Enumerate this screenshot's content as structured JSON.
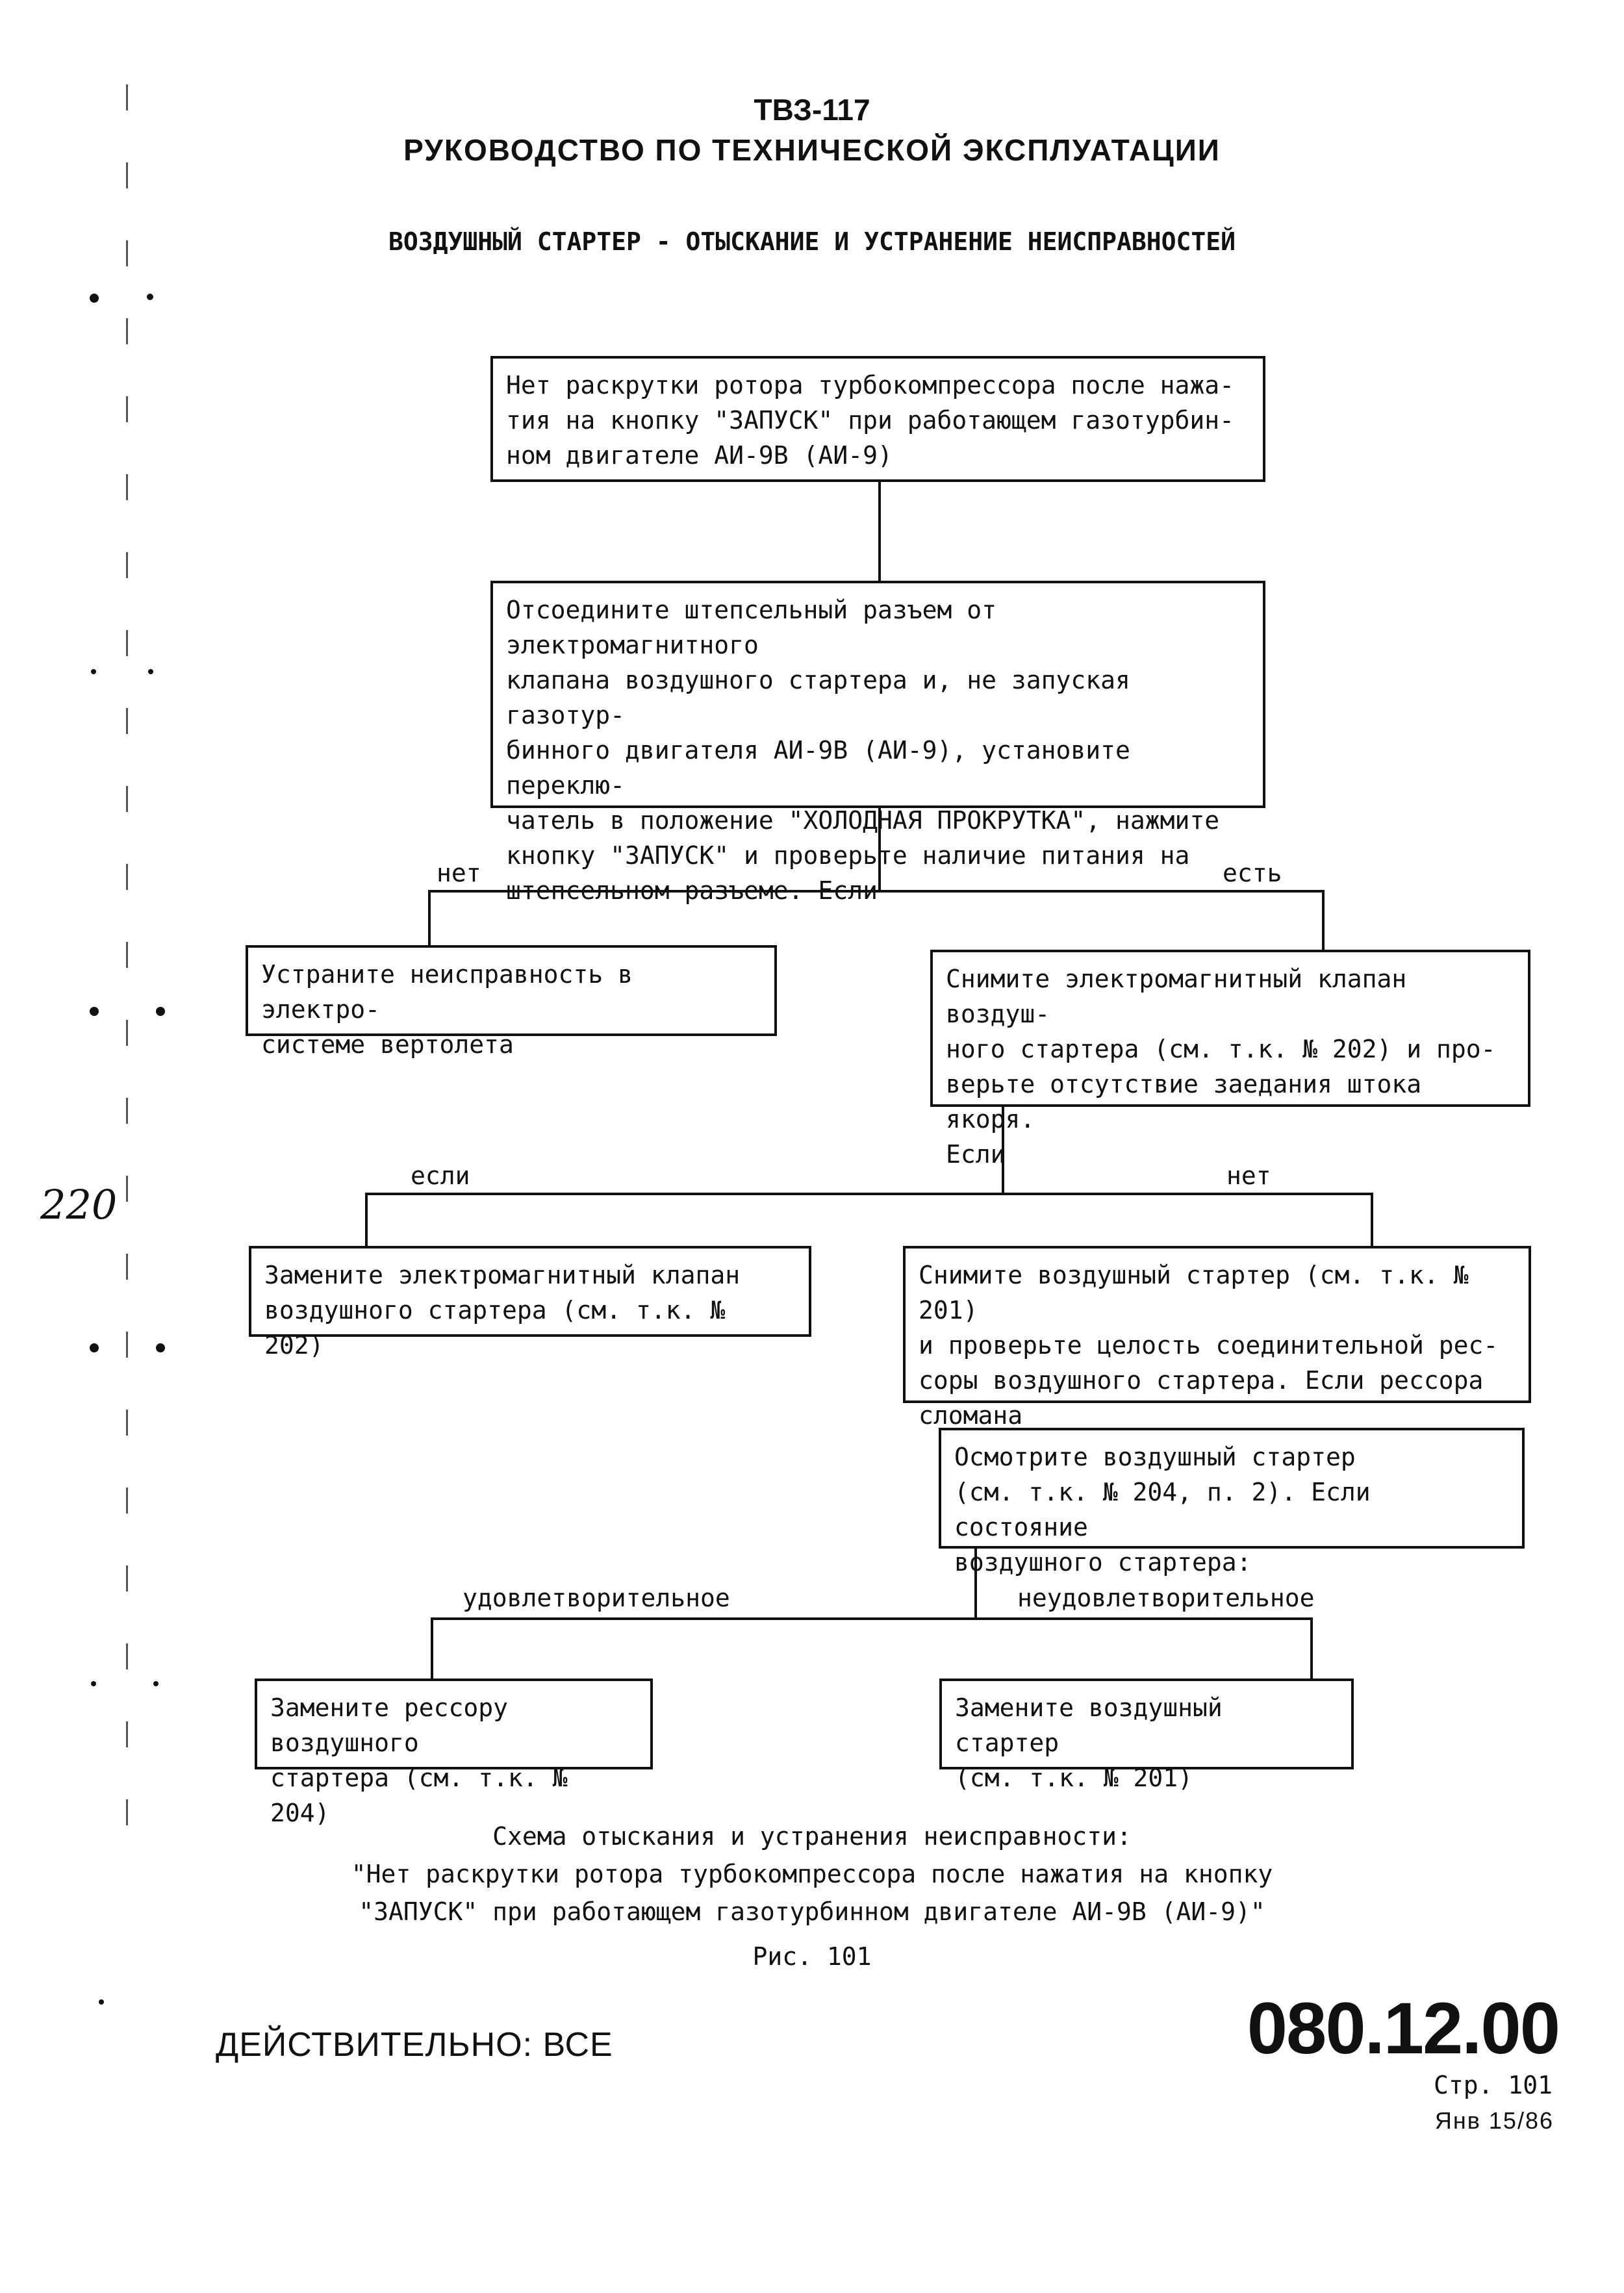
{
  "header": {
    "line1": "ТВЗ-117",
    "line2": "РУКОВОДСТВО ПО ТЕХНИЧЕСКОЙ ЭКСПЛУАТАЦИИ",
    "section_title": "ВОЗДУШНЫЙ СТАРТЕР - ОТЫСКАНИЕ И УСТРАНЕНИЕ НЕИСПРАВНОСТЕЙ"
  },
  "flowchart": {
    "nodes": {
      "problem": "Нет раскрутки ротора турбокомпрессора после нажа-\nтия на кнопку \"ЗАПУСК\" при работающем газотурбин-\nном двигателе АИ-9В (АИ-9)",
      "check_power": "Отсоедините штепсельный разъем от электромагнитного\nклапана воздушного стартера и, не запуская газотур-\nбинного двигателя АИ-9В (АИ-9), установите переклю-\nчатель в положение \"ХОЛОДНАЯ ПРОКРУТКА\", нажмите\nкнопку \"ЗАПУСК\" и проверьте наличие питания на\nштепсельном разъеме. Если",
      "fix_electrical": "Устраните неисправность в электро-\nсистеме вертолета",
      "remove_valve": "Снимите электромагнитный клапан воздуш-\nного стартера (см. т.к. № 202) и про-\nверьте отсутствие заедания штока якоря.\nЕсли",
      "replace_valve": "Замените электромагнитный клапан\nвоздушного стартера (см. т.к. № 202)",
      "remove_starter": "Снимите воздушный стартер (см. т.к. № 201)\nи проверьте целость соединительной рес-\nсоры воздушного стартера. Если рессора\nсломана",
      "inspect_starter": "Осмотрите воздушный стартер\n(см. т.к. № 204, п. 2). Если состояние\nвоздушного стартера:",
      "replace_spring": "Замените рессору воздушного\nстартера (см. т.к. № 204)",
      "replace_starter": "Замените воздушный стартер\n(см. т.к. № 201)"
    },
    "labels": {
      "no_power": "нет",
      "has_power": "есть",
      "jam_yes": "если",
      "jam_no": "нет",
      "satisfactory": "удовлетворительное",
      "unsatisfactory": "неудовлетворительное"
    }
  },
  "caption": {
    "line1": "Схема отыскания и устранения неисправности:",
    "line2": "\"Нет раскрутки ротора турбокомпрессора после нажатия на кнопку",
    "line3": "\"ЗАПУСК\" при работающем газотурбинном двигателе АИ-9В (АИ-9)\"",
    "figure": "Рис. 101"
  },
  "footer": {
    "validity": "ДЕЙСТВИТЕЛЬНО: ВСЕ",
    "chapter_code": "080.12.00",
    "page": "Стр. 101",
    "date": "Янв 15/86"
  },
  "margin_note": "220"
}
